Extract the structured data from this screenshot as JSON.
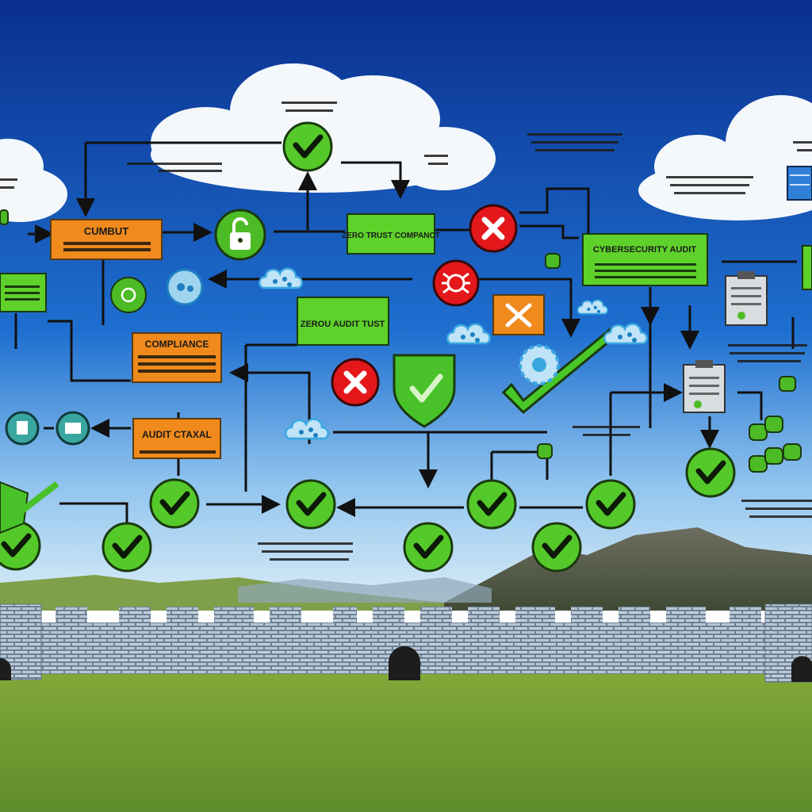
{
  "colors": {
    "sky_top": "#0b3fa8",
    "sky_bottom": "#7fb9ea",
    "grass": "#7aa63a",
    "orange": "#f08a1c",
    "green": "#62d12a",
    "check_green": "#5fd22e",
    "red": "#e01818",
    "wall": "#8fa3b5",
    "connector": "#111111"
  },
  "boxes": {
    "orange_1": "CUMBUT",
    "zero_trust": "ZERO TRUST COMPANCT",
    "cybersecurity": "CYBERSECURITY AUDIT",
    "audit_green": "ZEROU AUDIT TUST",
    "compliance": "COMPLIANCE",
    "audit_orange": "AUDIT CTAXAL"
  },
  "icons": [
    "lock-icon",
    "check-icon",
    "cross-icon",
    "shield-check-icon",
    "bug-icon",
    "cloud-network-icon",
    "clipboard-icon",
    "server-icon",
    "database-icon",
    "gear-network-icon"
  ]
}
